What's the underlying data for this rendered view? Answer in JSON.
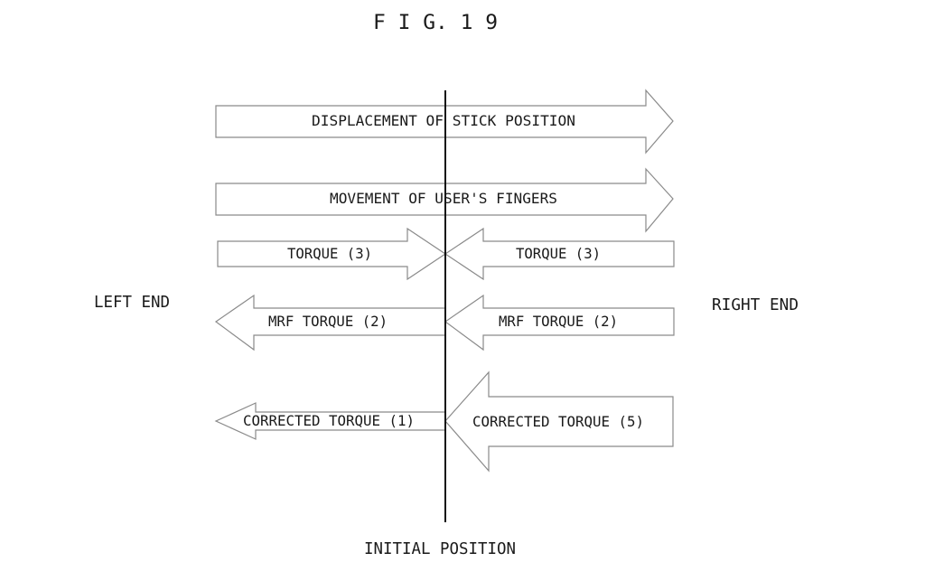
{
  "figure": {
    "title": "F I G.  1 9",
    "left_label": "LEFT END",
    "right_label": "RIGHT END",
    "bottom_label": "INITIAL POSITION"
  },
  "arrows": [
    {
      "id": "displacement",
      "label": "DISPLACEMENT OF STICK POSITION",
      "direction": "right"
    },
    {
      "id": "fingers",
      "label": "MOVEMENT OF USER'S FINGERS",
      "direction": "right"
    },
    {
      "id": "torque3-left",
      "label": "TORQUE (3)",
      "direction": "right"
    },
    {
      "id": "torque3-right",
      "label": "TORQUE (3)",
      "direction": "left"
    },
    {
      "id": "mrf-left",
      "label": "MRF TORQUE (2)",
      "direction": "left"
    },
    {
      "id": "mrf-right",
      "label": "MRF TORQUE (2)",
      "direction": "left"
    },
    {
      "id": "corrected1",
      "label": "CORRECTED TORQUE (1)",
      "direction": "left"
    },
    {
      "id": "corrected5",
      "label": "CORRECTED TORQUE (5)",
      "direction": "left"
    }
  ]
}
